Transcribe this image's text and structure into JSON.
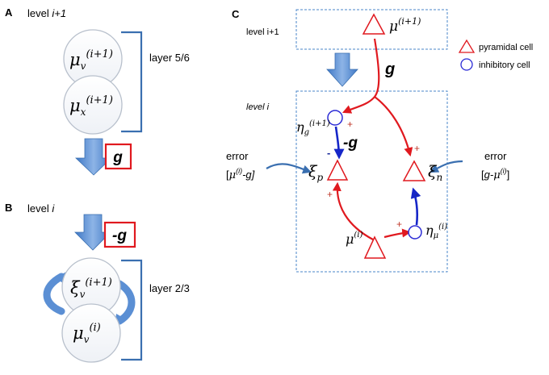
{
  "panelA": {
    "label": "A",
    "level_prefix": "level ",
    "level_var": "i+1",
    "node_top_mu": "μ",
    "node_top_sub": "v",
    "node_top_sup": "(i+1)",
    "node_bot_mu": "μ",
    "node_bot_sub": "x",
    "node_bot_sup": "(i+1)",
    "layer_label": "layer 5/6",
    "out_box": "g"
  },
  "panelB": {
    "label": "B",
    "level_prefix": "level ",
    "level_var": "i",
    "in_box": "-g",
    "node_top_sym": "ξ",
    "node_top_sub": "v",
    "node_top_sup": "(i+1)",
    "node_bot_sym": "μ",
    "node_bot_sub": "v",
    "node_bot_sup": "(i)",
    "layer_label": "layer 2/3"
  },
  "panelC": {
    "label": "C",
    "level_upper": "level i+1",
    "level_lower": "level i",
    "mu_upper_sym": "μ",
    "mu_upper_sup": "(i+1)",
    "g_label": "g",
    "eta_g_sym": "η",
    "eta_g_sub": "g",
    "eta_g_sup": "(i+1)",
    "neg_g_label": "-g",
    "xi_p_sym": "ξ",
    "xi_p_sub": "p",
    "xi_n_sym": "ξ",
    "xi_n_sub": "n",
    "mu_lower_sym": "μ",
    "mu_lower_sup": "(i)",
    "eta_mu_sym": "η",
    "eta_mu_sub": "μ",
    "eta_mu_sup": "(i)",
    "error_left_title": "error",
    "error_left_open": "[",
    "error_left_mu": "μ",
    "error_left_sup": "(i)",
    "error_left_rest": "-g]",
    "error_right_title": "error",
    "error_right_open": "[",
    "error_right_g": "g-",
    "error_right_mu": "μ",
    "error_right_sup": "(i)",
    "error_right_close": "]",
    "plus": "+",
    "minus": "-",
    "legend_pyramidal": "pyramidal cell",
    "legend_inhibitory": "inhibitory cell"
  },
  "colors": {
    "excitatory": "#e0191f",
    "inhibitory": "#1626c8",
    "node_blue": "#2b2bd6",
    "bracket": "#3a6fb0",
    "dashed_box": "#4a86c8",
    "arrow_fill": "#5b8fd4"
  }
}
